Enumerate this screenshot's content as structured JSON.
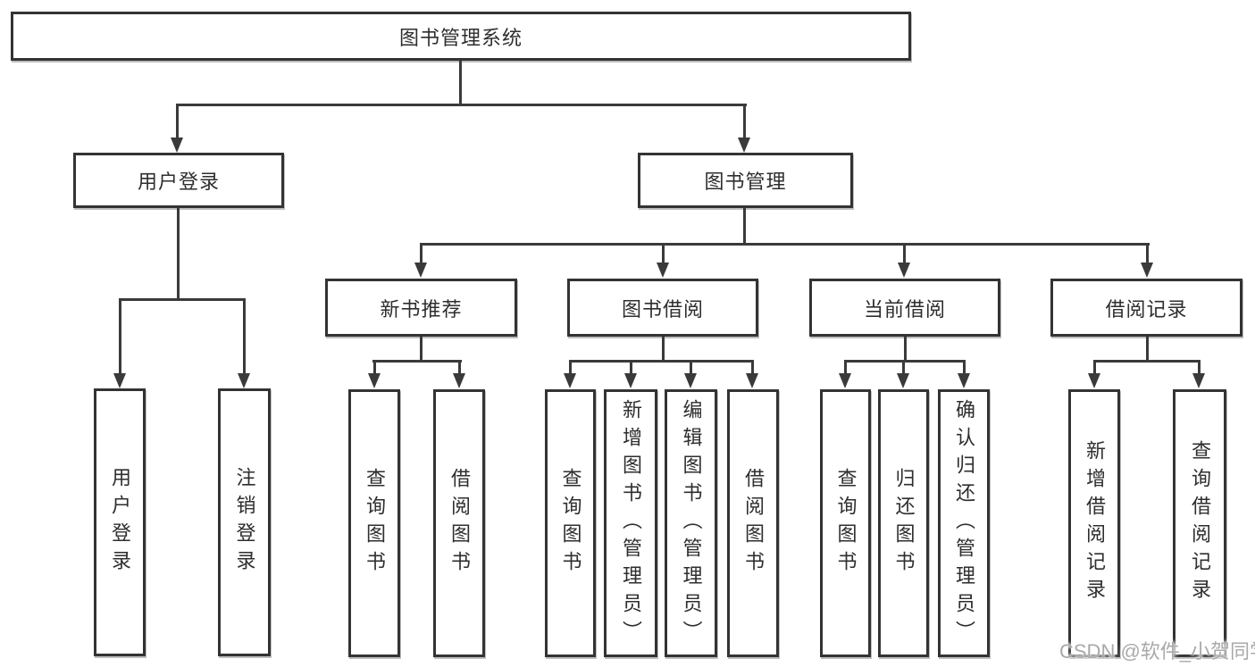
{
  "diagram": {
    "root": {
      "label": "图书管理系统"
    },
    "branches": {
      "user_login": {
        "label": "用户登录",
        "children": [
          {
            "label": "用户登录"
          },
          {
            "label": "注销登录"
          }
        ]
      },
      "book_mgmt": {
        "label": "图书管理",
        "children": [
          {
            "label": "新书推荐",
            "children": [
              {
                "label": "查询图书"
              },
              {
                "label": "借阅图书"
              }
            ]
          },
          {
            "label": "图书借阅",
            "children": [
              {
                "label": "查询图书"
              },
              {
                "label": "新增图书（管理员）"
              },
              {
                "label": "编辑图书（管理员）"
              },
              {
                "label": "借阅图书"
              }
            ]
          },
          {
            "label": "当前借阅",
            "children": [
              {
                "label": "查询图书"
              },
              {
                "label": "归还图书"
              },
              {
                "label": "确认归还（管理员）"
              }
            ]
          },
          {
            "label": "借阅记录",
            "children": [
              {
                "label": "新增借阅记录"
              },
              {
                "label": "查询借阅记录"
              }
            ]
          }
        ]
      }
    },
    "watermark": "CSDN @软件_小贺同学",
    "colors": {
      "line": "#3a3a3a",
      "box_border": "#333333",
      "text": "#2e2e2e",
      "watermark": "#a9a9a9"
    }
  }
}
